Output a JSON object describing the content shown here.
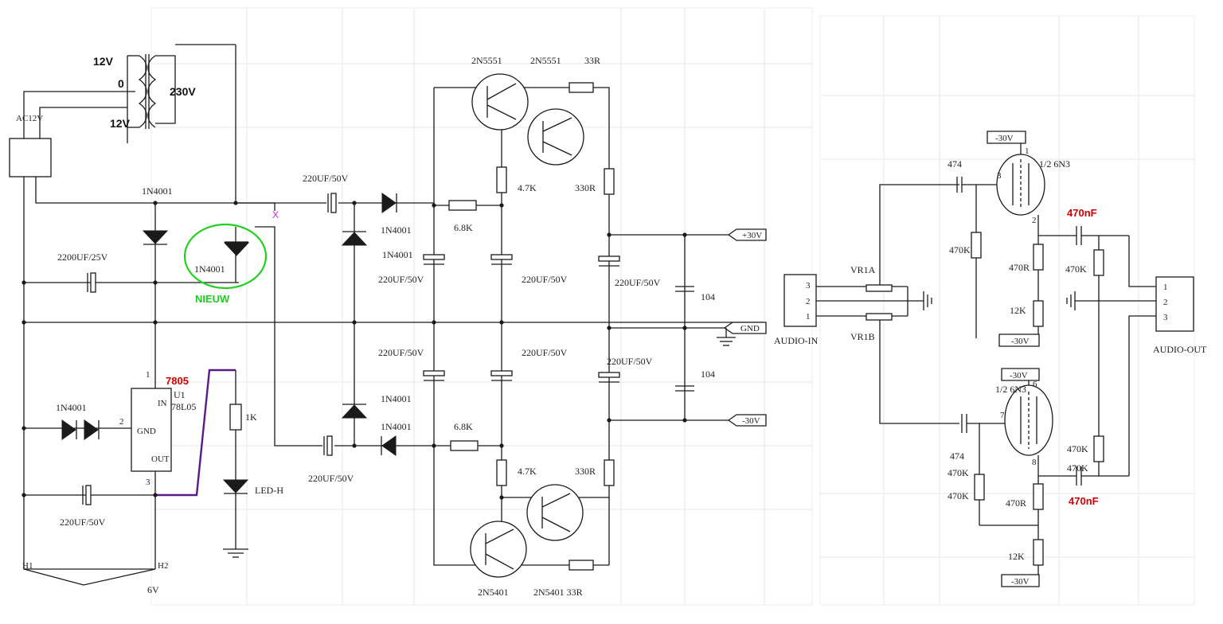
{
  "transformer": {
    "primary": "230V",
    "sec_top": "12V",
    "sec_center": "0",
    "sec_bottom": "12V",
    "connector": "AC12V"
  },
  "supply": {
    "rectifier_main": "1N4001",
    "rectifier_added": "1N4001",
    "cap_main": "2200UF/25V",
    "added_note": "NIEUW",
    "mark_x": "X",
    "reg_name": "7805",
    "reg_ref": "U1",
    "reg_part": "78L05",
    "reg_pin_in": "IN",
    "reg_pin_gnd": "GND",
    "reg_pin_out": "OUT",
    "reg_pin1": "1",
    "reg_pin2": "2",
    "reg_pin3": "3",
    "diode_pair": "1N4001",
    "cap_out": "220UF/50V",
    "r_led": "1K",
    "led": "LED-H",
    "h1": "H1",
    "h2": "H2",
    "out_6v": "6V"
  },
  "hv": {
    "cap_in_top": "220UF/50V",
    "cap_in_bot": "220UF/50V",
    "d1": "1N4001",
    "d2": "1N4001",
    "d3": "1N4001",
    "d4": "1N4001",
    "c1": "220UF/50V",
    "c2": "220UF/50V",
    "c3": "220UF/50V",
    "c4": "220UF/50V",
    "c5": "220UF/50V",
    "c6": "220UF/50V",
    "r68_top": "6.8K",
    "r68_bot": "6.8K",
    "r47_top": "4.7K",
    "r47_bot": "4.7K",
    "r330_top": "330R",
    "r330_bot": "330R",
    "r33_top": "33R",
    "q1": "2N5551",
    "q2": "2N5551",
    "q3": "2N5401",
    "q4": "2N5401 33R",
    "c104_top": "104",
    "c104_bot": "104",
    "rail_pos": "+30V",
    "rail_gnd": "GND",
    "rail_neg": "-30V"
  },
  "audio": {
    "in_pins": [
      "3",
      "2",
      "1"
    ],
    "in_label": "AUDIO-IN",
    "vr_a": "VR1A",
    "vr_b": "VR1B",
    "cap_474_top": "474",
    "cap_474_bot": "474",
    "tube_top": "1/2 6N3",
    "tube_bot": "1/2 6N3",
    "tube_pins_top": [
      "3",
      "1",
      "2"
    ],
    "tube_pins_bot": [
      "6",
      "7",
      "8"
    ],
    "cap_out_top": "470nF",
    "cap_out_bot": "470nF",
    "r470k_a": "470K",
    "r470k_b": "470K",
    "r470k_c": "470K",
    "r470k_d": "470K",
    "r470k_e": "470K",
    "r470k_f": "470K",
    "r470r_top": "470R",
    "r470r_bot": "470R",
    "r12k_top": "12K",
    "r12k_bot": "12K",
    "hv_top_a": "-30V",
    "hv_top_b": "-30V",
    "hv_bot_a": "-30V",
    "hv_bot_b": "-30V",
    "out_pins": [
      "1",
      "2",
      "3"
    ],
    "out_label": "AUDIO-OUT"
  }
}
